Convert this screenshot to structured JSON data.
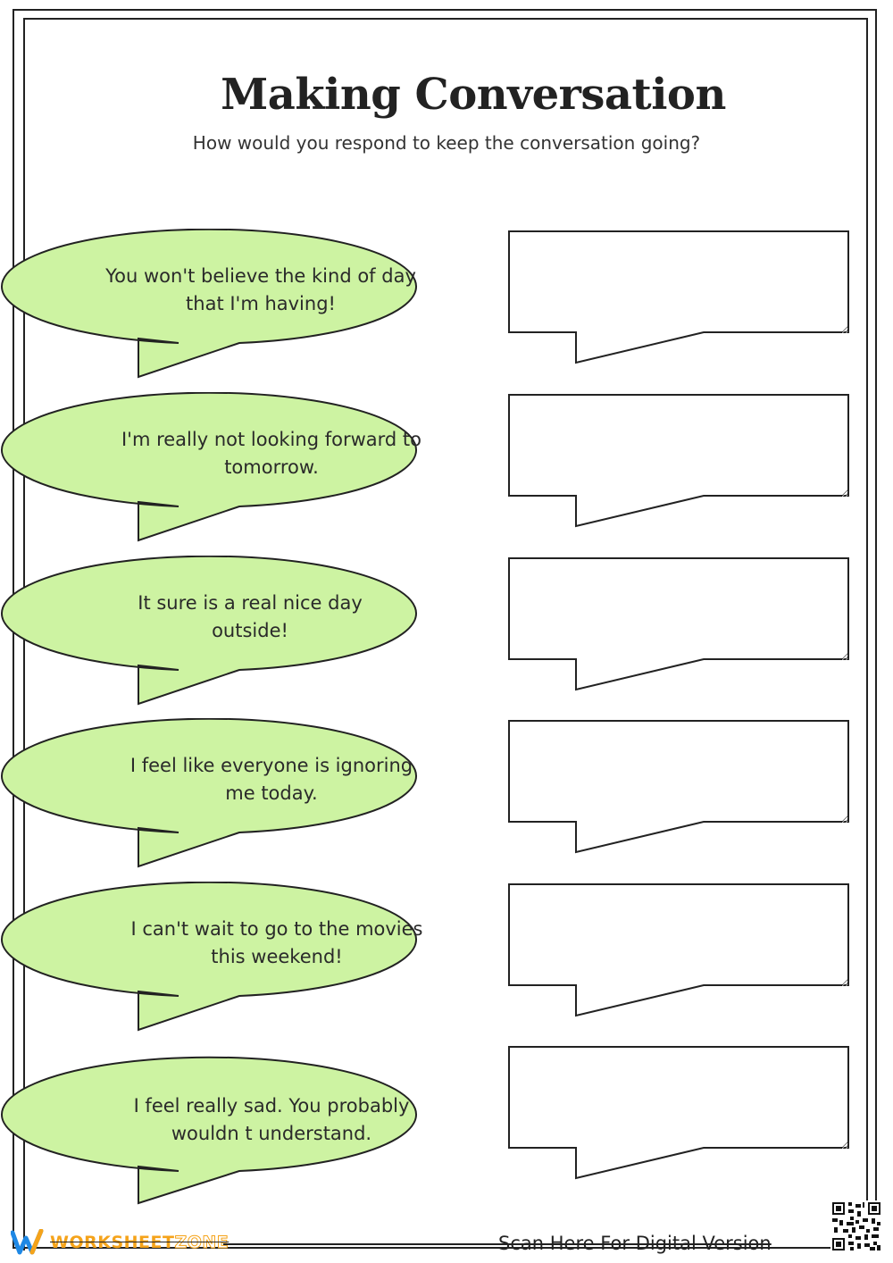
{
  "title": "Making Conversation",
  "subtitle": "How would you respond to keep the conversation going?",
  "prompts": [
    {
      "line1": "You won't believe the kind of day",
      "line2": "that I'm having!"
    },
    {
      "line1": "I'm really not looking forward to",
      "line2": "tomorrow."
    },
    {
      "line1": "It sure is a real nice day",
      "line2": "outside!"
    },
    {
      "line1": "I feel like everyone is ignoring",
      "line2": "me today."
    },
    {
      "line1": "I can't wait to go to the movies",
      "line2": "this weekend!"
    },
    {
      "line1": "I feel really sad. You probably",
      "line2": "wouldn t understand."
    }
  ],
  "footer": {
    "logo_part1": "WORKSHEET",
    "logo_part2": "ZONE",
    "scan_text": "Scan Here For Digital Version"
  },
  "colors": {
    "bubble_fill": "#cdf3a2",
    "stroke": "#222222",
    "logo_orange": "#f5a31a",
    "logo_blue": "#1e88e5"
  }
}
